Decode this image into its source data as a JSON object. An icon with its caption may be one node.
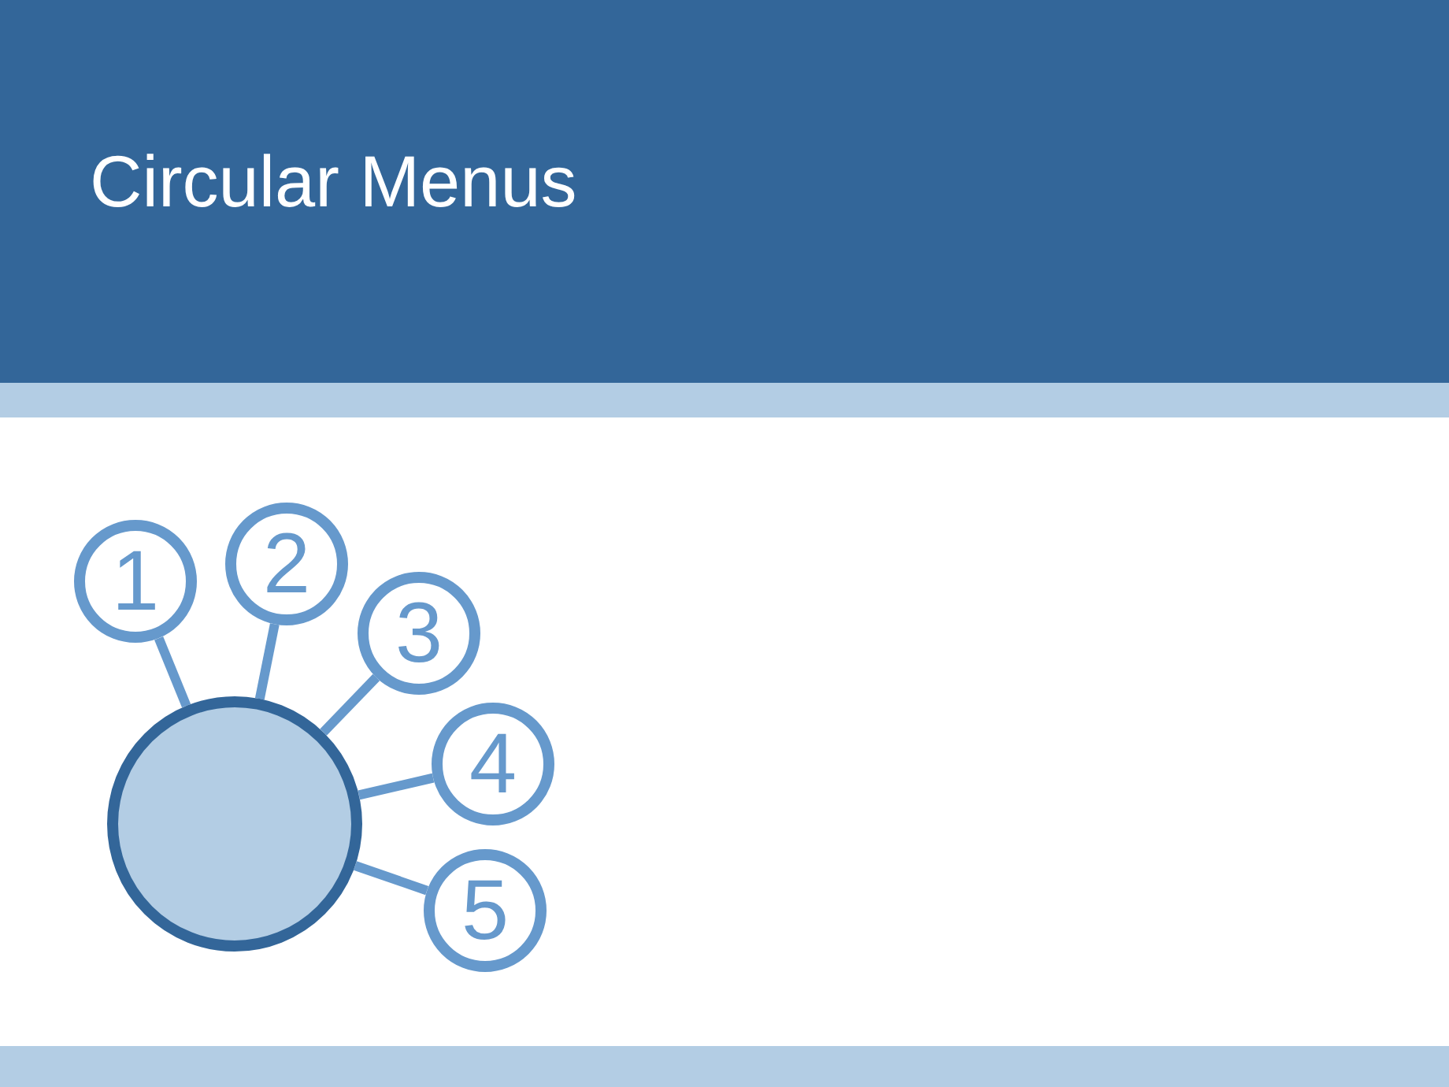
{
  "diagram": {
    "title": "Circular Menus",
    "nodes": [
      {
        "text": [
          "1"
        ]
      },
      {
        "text": [
          "2"
        ]
      },
      {
        "text": [
          "3"
        ]
      },
      {
        "text": [
          "4"
        ]
      },
      {
        "text": [
          "5"
        ]
      },
      {
        "text": [],
        "shape": "circle"
      }
    ],
    "edges": [
      {
        "from": 5,
        "to": 0,
        "arrow": "none"
      },
      {
        "from": 5,
        "to": 1,
        "arrow": "none"
      },
      {
        "from": 5,
        "to": 2,
        "arrow": "none"
      },
      {
        "from": 5,
        "to": 3,
        "arrow": "none"
      },
      {
        "from": 5,
        "to": 4,
        "arrow": "none"
      }
    ]
  }
}
